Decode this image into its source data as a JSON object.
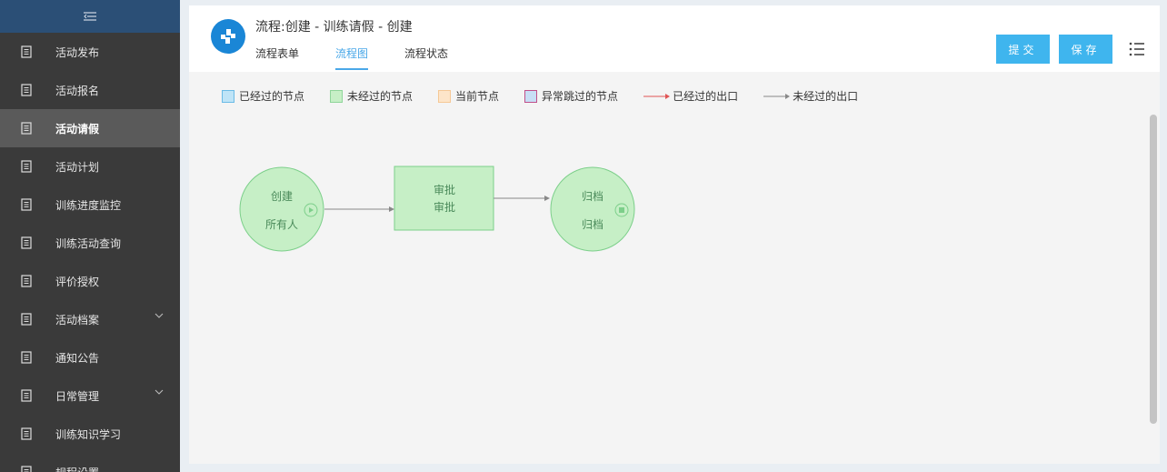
{
  "sidebar": {
    "toggle_icon": "collapse-menu-icon",
    "items": [
      {
        "label": "活动发布",
        "icon": "document-icon",
        "active": false,
        "expandable": false
      },
      {
        "label": "活动报名",
        "icon": "document-icon",
        "active": false,
        "expandable": false
      },
      {
        "label": "活动请假",
        "icon": "document-icon",
        "active": true,
        "expandable": false
      },
      {
        "label": "活动计划",
        "icon": "document-icon",
        "active": false,
        "expandable": false
      },
      {
        "label": "训练进度监控",
        "icon": "document-icon",
        "active": false,
        "expandable": false
      },
      {
        "label": "训练活动查询",
        "icon": "document-icon",
        "active": false,
        "expandable": false
      },
      {
        "label": "评价授权",
        "icon": "document-icon",
        "active": false,
        "expandable": false
      },
      {
        "label": "活动档案",
        "icon": "document-icon",
        "active": false,
        "expandable": true
      },
      {
        "label": "通知公告",
        "icon": "document-icon",
        "active": false,
        "expandable": false
      },
      {
        "label": "日常管理",
        "icon": "document-icon",
        "active": false,
        "expandable": true
      },
      {
        "label": "训练知识学习",
        "icon": "document-icon",
        "active": false,
        "expandable": false
      },
      {
        "label": "规程设置",
        "icon": "document-icon",
        "active": false,
        "expandable": false
      }
    ]
  },
  "header": {
    "title": "流程:创建 - 训练请假 - 创建",
    "tabs": [
      {
        "label": "流程表单",
        "active": false
      },
      {
        "label": "流程图",
        "active": true
      },
      {
        "label": "流程状态",
        "active": false
      }
    ],
    "submit_label": "提交",
    "save_label": "保存"
  },
  "legend": {
    "passed_node": "已经过的节点",
    "unpassed_node": "未经过的节点",
    "current_node": "当前节点",
    "skipped_node": "异常跳过的节点",
    "passed_exit": "已经过的出口",
    "unpassed_exit": "未经过的出口"
  },
  "flow": {
    "start": {
      "title": "创建",
      "sub": "所有人"
    },
    "task": {
      "title": "审批",
      "sub": "审批"
    },
    "end": {
      "title": "归档",
      "sub": "归档"
    }
  },
  "colors": {
    "sidebar_bg": "#3a3a3a",
    "sidebar_active": "#5a5a5a",
    "accent": "#3fb5ee",
    "node_fill": "#c6efc6",
    "node_stroke": "#7ccf8a",
    "passed_swatch": "#bfe4f7",
    "current_swatch": "#fde5c9",
    "skipped_swatch": "#c8def5",
    "passed_arrow": "#e05555"
  }
}
